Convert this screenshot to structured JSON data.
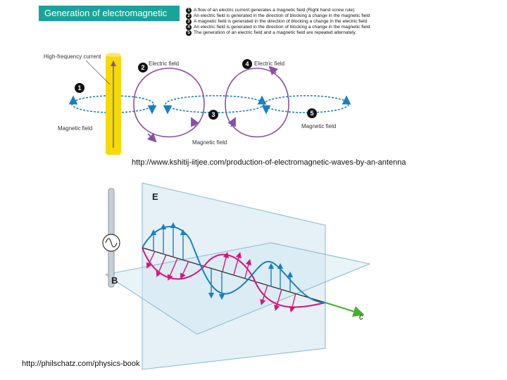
{
  "top_figure": {
    "title": "Generation of electromagnetic waves",
    "steps": [
      {
        "num": "1",
        "text": "A flow of an electric current generates a magnetic field (Right hand screw rule)"
      },
      {
        "num": "2",
        "text": "An electric field is generated in the direction of blocking a change in the magnetic field"
      },
      {
        "num": "3",
        "text": "A magnetic field is generated in the direction of blocking a change in the electric field"
      },
      {
        "num": "4",
        "text": "An electric field is generated in the direction of blocking a change in the magnetic field"
      },
      {
        "num": "5",
        "text": "The generation of an electric field and a magnetic field are repeated alternately."
      }
    ],
    "labels": {
      "high_frequency_current": "High-frequency current",
      "electric_field_2": "Electric field",
      "electric_field_4": "Electric field",
      "magnetic_field_1": "Magnetic field",
      "magnetic_field_3": "Magnetic field",
      "magnetic_field_5": "Magnetic field"
    },
    "markers": [
      "1",
      "2",
      "3",
      "4",
      "5"
    ],
    "colors": {
      "title_bg": "#1aa39a",
      "antenna": "#f5d90a",
      "magnetic": "#1a7fc0",
      "electric": "#8a4fa0"
    }
  },
  "source_url_1": "http://www.kshitij-iitjee.com/production-of-electromagnetic-waves-by-an-antenna",
  "bottom_figure": {
    "label_E": "E",
    "label_B": "B",
    "label_c": "c",
    "ac_source_icon": "sine-wave-icon",
    "colors": {
      "e_wave": "#1a7fc0",
      "b_wave": "#d6157a",
      "c_arrow": "#46b02a",
      "plane": "#cfe6f0"
    }
  },
  "source_url_2": "http://philschatz.com/physics-book"
}
